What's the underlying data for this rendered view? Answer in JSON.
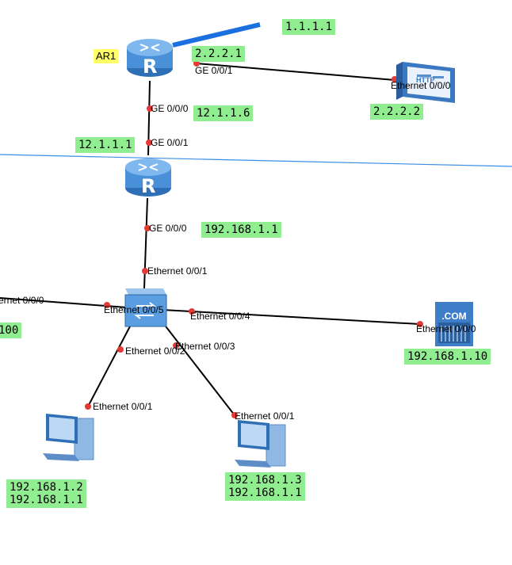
{
  "colors": {
    "label_bg": "#90ee90",
    "name_bg": "#ffff66",
    "router": "#4a90d9",
    "link": "#000000",
    "divider": "#3a8ee6",
    "port_dot": "#e53935"
  },
  "devices": {
    "ar1": {
      "name": "AR1",
      "icon": "router-icon",
      "letter": "R"
    },
    "ar2": {
      "icon": "router-icon",
      "letter": "R"
    },
    "switch": {
      "icon": "switch-icon"
    },
    "http_server": {
      "icon": "http-server-icon",
      "text": "HTTP"
    },
    "dns_server": {
      "icon": "dns-server-icon",
      "text": ".COM"
    },
    "pc1": {
      "icon": "pc-icon"
    },
    "pc2": {
      "icon": "pc-icon"
    }
  },
  "ip_labels": {
    "loopback": "1.1.1.1",
    "ar1_g001": "2.2.2.1",
    "http_server": "2.2.2.2",
    "ar1_g000": "12.1.1.6",
    "ar2_g001": "12.1.1.1",
    "ar2_g000": "192.168.1.1",
    "left_host": "100",
    "dns_server": "192.168.1.10",
    "pc1_ip": "192.168.1.2",
    "pc1_gw": "192.168.1.1",
    "pc2_ip": "192.168.1.3",
    "pc2_gw": "192.168.1.1"
  },
  "ports": {
    "ar1_g001": "GE 0/0/1",
    "http_e000": "Ethernet 0/0/0",
    "ar1_g000": "GE 0/0/0",
    "ar2_g001": "GE 0/0/1",
    "ar2_g000": "GE 0/0/0",
    "sw_e001": "Ethernet 0/0/1",
    "left_e000": "ernet 0/0/0",
    "sw_e005": "Ethernet 0/0/5",
    "sw_e004": "Ethernet 0/0/4",
    "dns_e000": "Ethernet 0/0/0",
    "sw_e002": "Ethernet 0/0/2",
    "sw_e003": "Ethernet 0/0/3",
    "pc1_e001": "Ethernet 0/0/1",
    "pc2_e001": "Ethernet 0/0/1"
  }
}
